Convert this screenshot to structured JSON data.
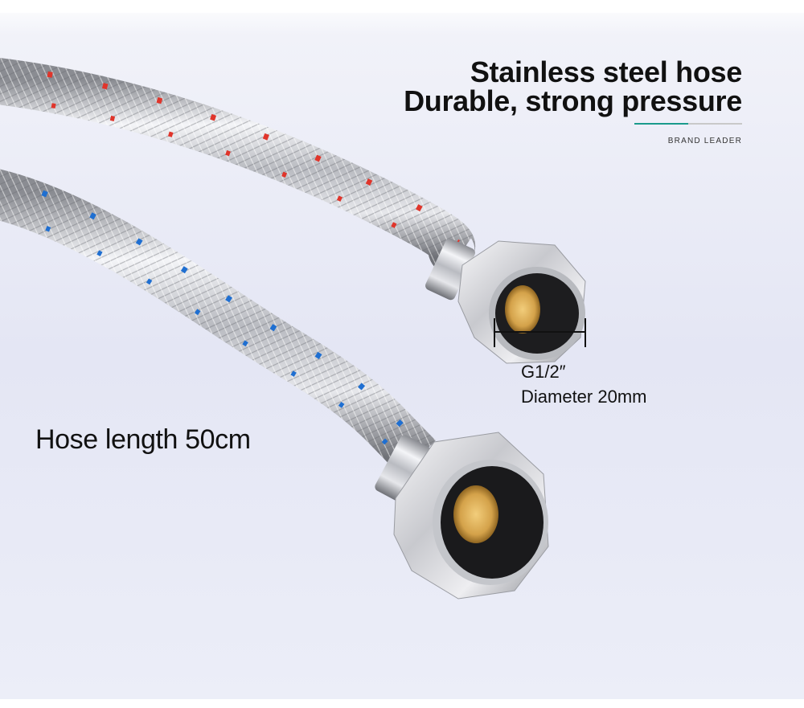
{
  "headline": {
    "line1": "Stainless steel hose",
    "line2": "Durable, strong pressure"
  },
  "brand_label": "BRAND LEADER",
  "spec": {
    "thread": "G1/2″",
    "diameter": "Diameter 20mm"
  },
  "length_label": "Hose length 50cm",
  "colors": {
    "background": "#e8eaf6",
    "accent": "#1a9b8c",
    "text": "#111111",
    "hot_marker": "#e0352b",
    "cold_marker": "#1f6fd1",
    "brass": "#d4a24a"
  }
}
